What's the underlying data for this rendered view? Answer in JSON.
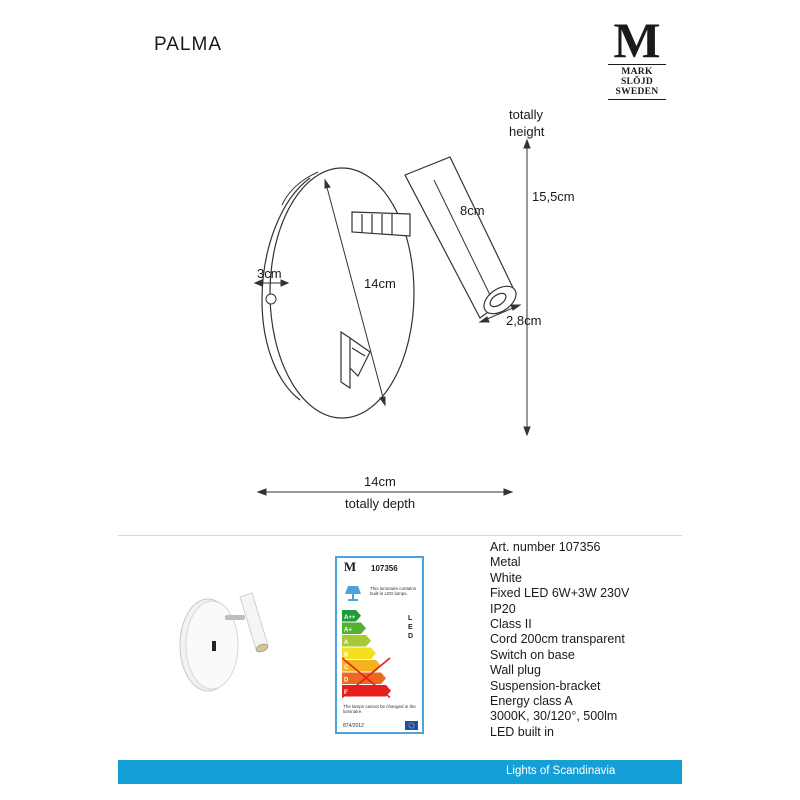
{
  "title": "PALMA",
  "logo": {
    "letter": "M",
    "line1": "MARK",
    "line2": "SLÖJD",
    "line3": "SWEDEN"
  },
  "dimensions": {
    "total_height_label_1": "totally",
    "total_height_label_2": "height",
    "total_height": "15,5cm",
    "spot_length": "8cm",
    "plate_diameter": "14cm",
    "plate_thickness": "3cm",
    "spot_diameter": "2,8cm",
    "total_depth": "14cm",
    "total_depth_label": "totally depth"
  },
  "energy_label": {
    "article": "107356",
    "note_top": "This luminaire contains built-in LED lamps.",
    "classes": [
      "A++",
      "A+",
      "A",
      "B",
      "C",
      "D",
      "E"
    ],
    "led_text": "LED",
    "note_bottom": "The lamps cannot be changed in the luminaire.",
    "regulation": "874/2012",
    "colors": {
      "A++": "#1e9b3a",
      "A+": "#55b033",
      "A": "#a6c935",
      "B": "#f2e01f",
      "C": "#f6b21e",
      "D": "#ec6a1f",
      "E": "#e3201b",
      "frame": "#4aa3df",
      "eu": "#1f4ea0"
    }
  },
  "specs": [
    "Art. number 107356",
    "Metal",
    "White",
    "Fixed LED 6W+3W 230V",
    "IP20",
    "Class II",
    "Cord 200cm transparent",
    "Switch on base",
    "Wall plug",
    "Suspension-bracket",
    "Energy class A",
    "3000K, 30/120°, 500lm",
    "LED built in"
  ],
  "footer": {
    "text": "Lights of Scandinavia",
    "color": "#14a0d6"
  }
}
